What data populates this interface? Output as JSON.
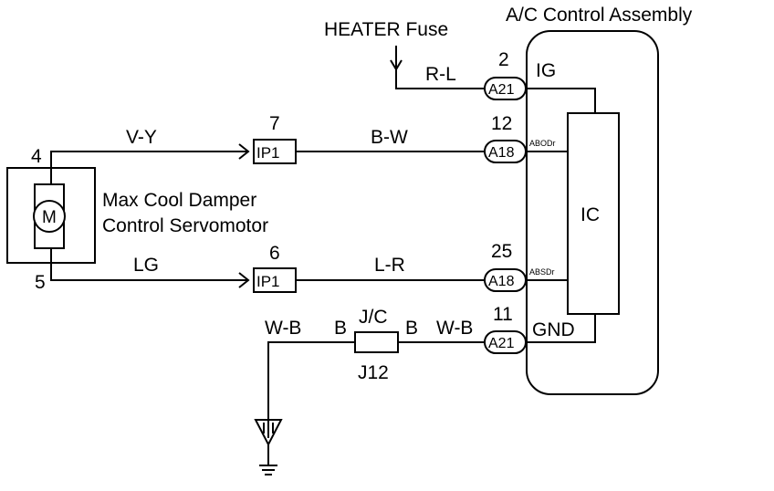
{
  "labels": {
    "heater_fuse": "HEATER Fuse",
    "assembly": "A/C Control Assembly",
    "motor_symbol": "M",
    "motor_name_1": "Max Cool Damper",
    "motor_name_2": "Control Servomotor",
    "ic": "IC",
    "jc": "J/C",
    "j12": "J12"
  },
  "wires": {
    "rl": "R-L",
    "vy": "V-Y",
    "bw": "B-W",
    "lg": "LG",
    "lr": "L-R",
    "wb_left": "W-B",
    "wb_right": "W-B"
  },
  "pins": {
    "motor_top": "4",
    "motor_bottom": "5",
    "ip1_top": "7",
    "ip1_bottom": "6",
    "a21_ig": "2",
    "a18_top": "12",
    "a18_bottom": "25",
    "a21_gnd": "11",
    "jc_left": "B",
    "jc_right": "B"
  },
  "connectors": {
    "ip1_top": "IP1",
    "ip1_bottom": "IP1",
    "a21_top": "A21",
    "a18_top": "A18",
    "a18_bottom": "A18",
    "a21_bottom": "A21"
  },
  "terminals": {
    "ig": "IG",
    "abodr": "ABODr",
    "absdr": "ABSDr",
    "gnd": "GND"
  }
}
